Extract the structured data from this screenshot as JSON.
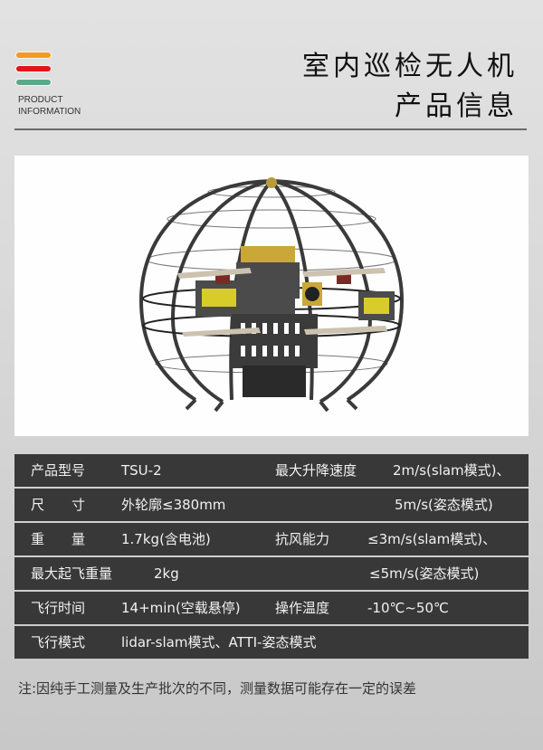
{
  "header": {
    "accent_bars": [
      "#f59a1c",
      "#e3141e",
      "#5ea88a"
    ],
    "brand_line1": "PRODUCT",
    "brand_line2": "INFORMATION",
    "title_line1": "室内巡检无人机",
    "title_line2": "产品信息"
  },
  "image": {
    "alt": "indoor inspection drone in spherical protective cage",
    "icon": "drone-cage-icon"
  },
  "specs": {
    "rows": [
      {
        "left_label": "产品型号",
        "left_value": "TSU-2",
        "right_label": "最大升降速度",
        "right_value": "2m/s(slam模式)、"
      },
      {
        "left_label": "尺　　寸",
        "left_value": "外轮廓≤380mm",
        "right_label": "",
        "right_value": "5m/s(姿态模式)"
      },
      {
        "left_label": "重　　量",
        "left_value": "1.7kg(含电池)",
        "right_label": "抗风能力",
        "right_value": "≤3m/s(slam模式)、"
      },
      {
        "left_label": "最大起飞重量",
        "left_value": "2kg",
        "right_label": "",
        "right_value": "≤5m/s(姿态模式)"
      },
      {
        "left_label": "飞行时间",
        "left_value": "14+min(空载悬停)",
        "right_label": "操作温度",
        "right_value": "-10℃~50℃"
      },
      {
        "left_label": "飞行模式",
        "left_value": "lidar-slam模式、ATTI-姿态模式",
        "right_label": "",
        "right_value": ""
      }
    ]
  },
  "footer": {
    "note": "注:因纯手工测量及生产批次的不同，测量数据可能存在一定的误差"
  }
}
